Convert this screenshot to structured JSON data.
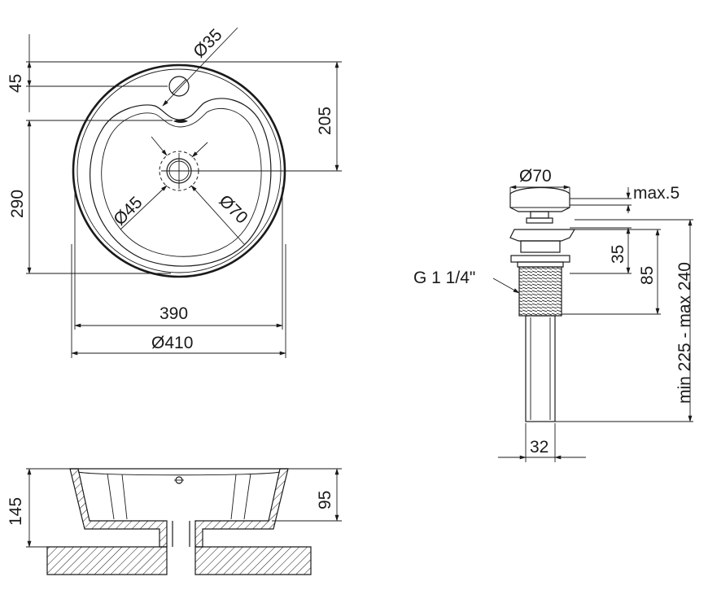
{
  "top_view": {
    "dim_tap_hole": "Ø35",
    "dim_tap_offset": "45",
    "dim_drain_offset": "205",
    "dim_inner_depth": "290",
    "dim_drain_small": "Ø45",
    "dim_drain_large": "Ø70",
    "dim_inner_width": "390",
    "dim_outer_diameter": "Ø410"
  },
  "side_view": {
    "dim_total_height": "145",
    "dim_bowl_depth": "95"
  },
  "drain_view": {
    "dim_cap_diameter": "Ø70",
    "dim_cap_gap": "max.5",
    "dim_flange": "35",
    "dim_thread_length": "85",
    "dim_total_length": "min 225 - max 240",
    "dim_pipe_diameter": "32",
    "thread_label": "G 1 1/4\""
  }
}
